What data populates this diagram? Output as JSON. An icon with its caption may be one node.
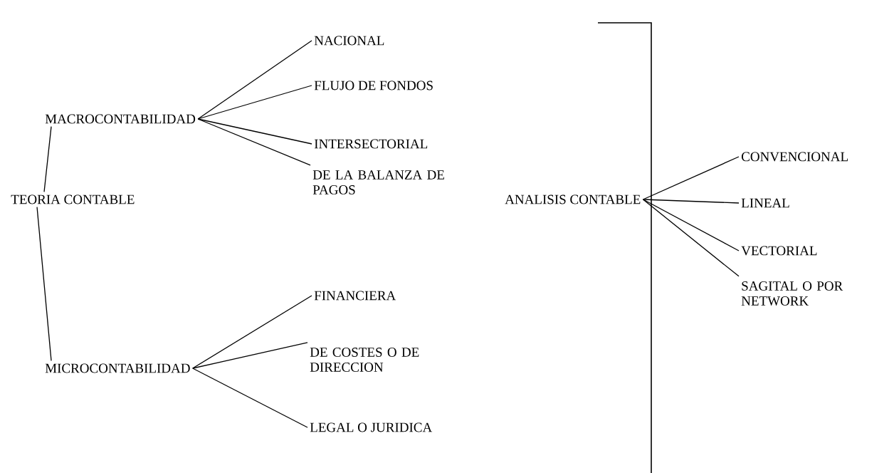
{
  "diagram": {
    "nodes": [
      {
        "text": [
          "TEORIA CONTABLE"
        ]
      },
      {
        "text": [
          "MACROCONTABILIDAD"
        ]
      },
      {
        "text": [
          "NACIONAL"
        ]
      },
      {
        "text": [
          "FLUJO DE FONDOS"
        ]
      },
      {
        "text": [
          "INTERSECTORIAL"
        ]
      },
      {
        "text": [
          "DE LA BALANZA DE PAGOS"
        ]
      },
      {
        "text": [
          "MICROCONTABILIDAD"
        ]
      },
      {
        "text": [
          "FINANCIERA"
        ]
      },
      {
        "text": [
          "DE COSTES O DE DIRECCION"
        ]
      },
      {
        "text": [
          "LEGAL O JURIDICA"
        ]
      },
      {
        "text": [
          "ANALISIS CONTABLE"
        ]
      },
      {
        "text": [
          "CONVENCIONAL"
        ]
      },
      {
        "text": [
          "LINEAL"
        ]
      },
      {
        "text": [
          "VECTORIAL"
        ]
      },
      {
        "text": [
          "SAGITAL O POR NETWORK"
        ]
      }
    ],
    "edges": [
      {
        "from": 0,
        "to": 1,
        "arrow": "none"
      },
      {
        "from": 0,
        "to": 6,
        "arrow": "none"
      },
      {
        "from": 1,
        "to": 2,
        "arrow": "none"
      },
      {
        "from": 1,
        "to": 3,
        "arrow": "none"
      },
      {
        "from": 1,
        "to": 4,
        "arrow": "none"
      },
      {
        "from": 1,
        "to": 5,
        "arrow": "none"
      },
      {
        "from": 6,
        "to": 7,
        "arrow": "none"
      },
      {
        "from": 6,
        "to": 8,
        "arrow": "none"
      },
      {
        "from": 6,
        "to": 9,
        "arrow": "none"
      },
      {
        "from": 10,
        "to": 11,
        "arrow": "none"
      },
      {
        "from": 10,
        "to": 12,
        "arrow": "none"
      },
      {
        "from": 10,
        "to": 13,
        "arrow": "none"
      },
      {
        "from": 10,
        "to": 14,
        "arrow": "none"
      }
    ]
  }
}
